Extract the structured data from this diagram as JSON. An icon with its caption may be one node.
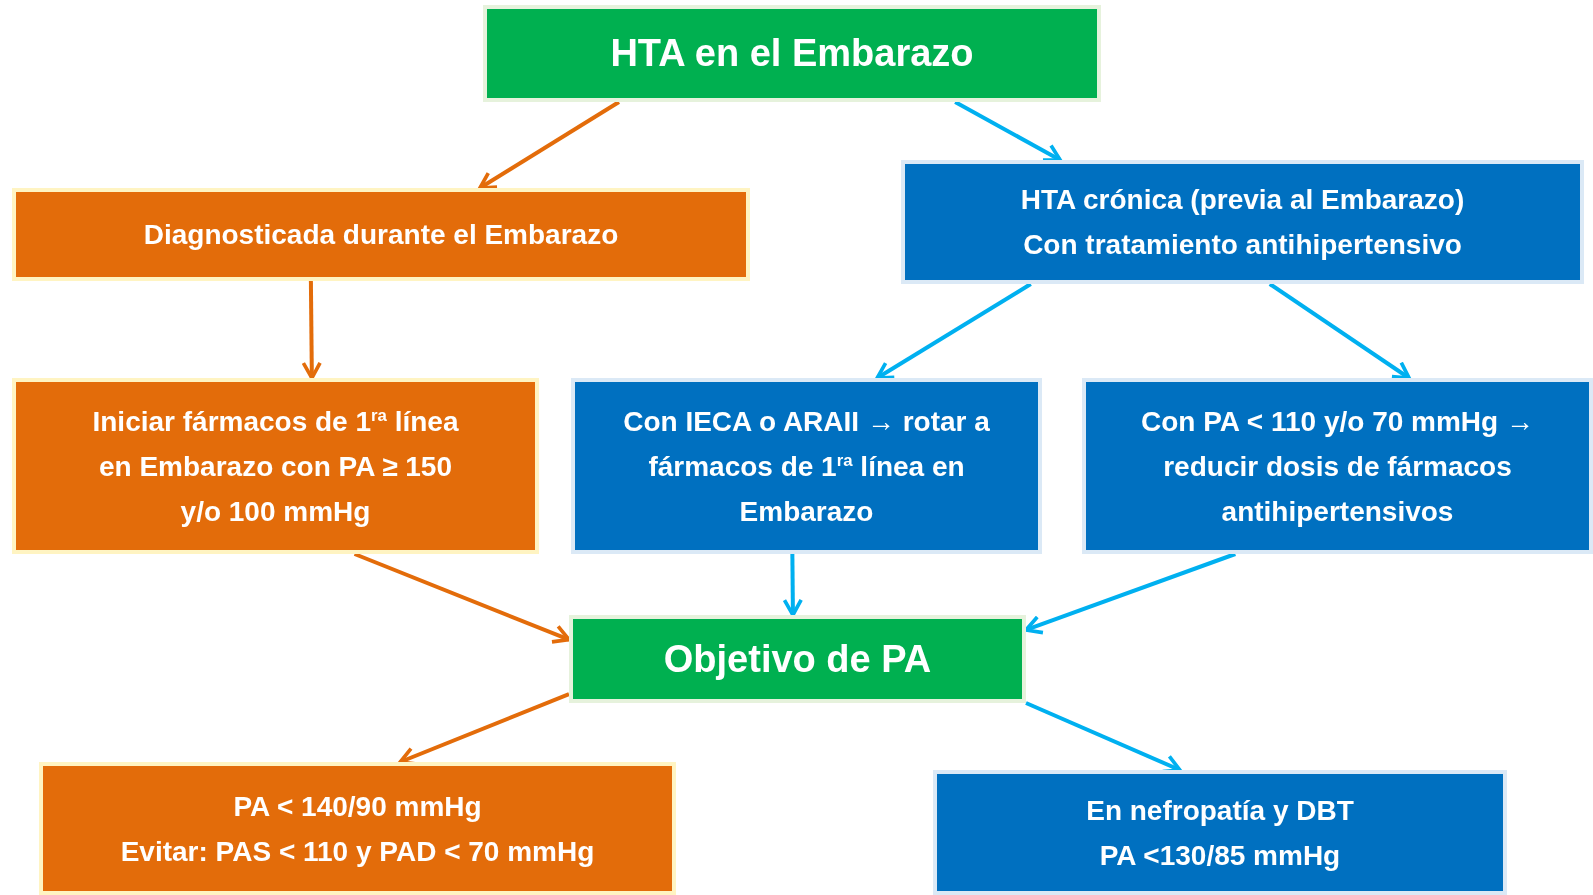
{
  "diagram": {
    "nodes": [
      {
        "text": [
          "HTA en el Embarazo"
        ]
      },
      {
        "text": [
          "Diagnosticada durante el Embarazo"
        ]
      },
      {
        "text": [
          "HTA crónica (previa al Embarazo)",
          "Con tratamiento antihipertensivo"
        ]
      },
      {
        "text": [
          "Iniciar fármacos de 1$^{ra}$ línea en Embarazo con PA ≥ 150 y/o 100 mmHg"
        ]
      },
      {
        "text": [
          "Con IECA o ARAII → rotar a fármacos de 1$^{ra}$ línea en Embarazo"
        ]
      },
      {
        "text": [
          "Con PA < 110 y/o 70 mmHg → reducir dosis de fármacos antihipertensivos"
        ]
      },
      {
        "text": [
          "Objetivo de PA"
        ]
      },
      {
        "text": [
          "PA < 140/90 mmHg",
          "Evitar: PAS < 110 y PAD < 70 mmHg"
        ]
      },
      {
        "text": [
          "En nefropatía y DBT",
          "PA <130/85 mmHg"
        ]
      }
    ],
    "edges": [
      {
        "from": 0,
        "to": 1,
        "arrow": "to",
        "color": "#e36c0a"
      },
      {
        "from": 0,
        "to": 2,
        "arrow": "to"
      },
      {
        "from": 1,
        "to": 3,
        "arrow": "to",
        "color": "#e36c0a"
      },
      {
        "from": 2,
        "to": 4,
        "arrow": "to"
      },
      {
        "from": 2,
        "to": 5,
        "arrow": "to"
      },
      {
        "from": 3,
        "to": 6,
        "arrow": "to",
        "color": "#e36c0a"
      },
      {
        "from": 4,
        "to": 6,
        "arrow": "to"
      },
      {
        "from": 5,
        "to": 6,
        "arrow": "to"
      },
      {
        "from": 6,
        "to": 7,
        "arrow": "to",
        "color": "#e36c0a"
      },
      {
        "from": 6,
        "to": 8,
        "arrow": "to"
      }
    ]
  }
}
